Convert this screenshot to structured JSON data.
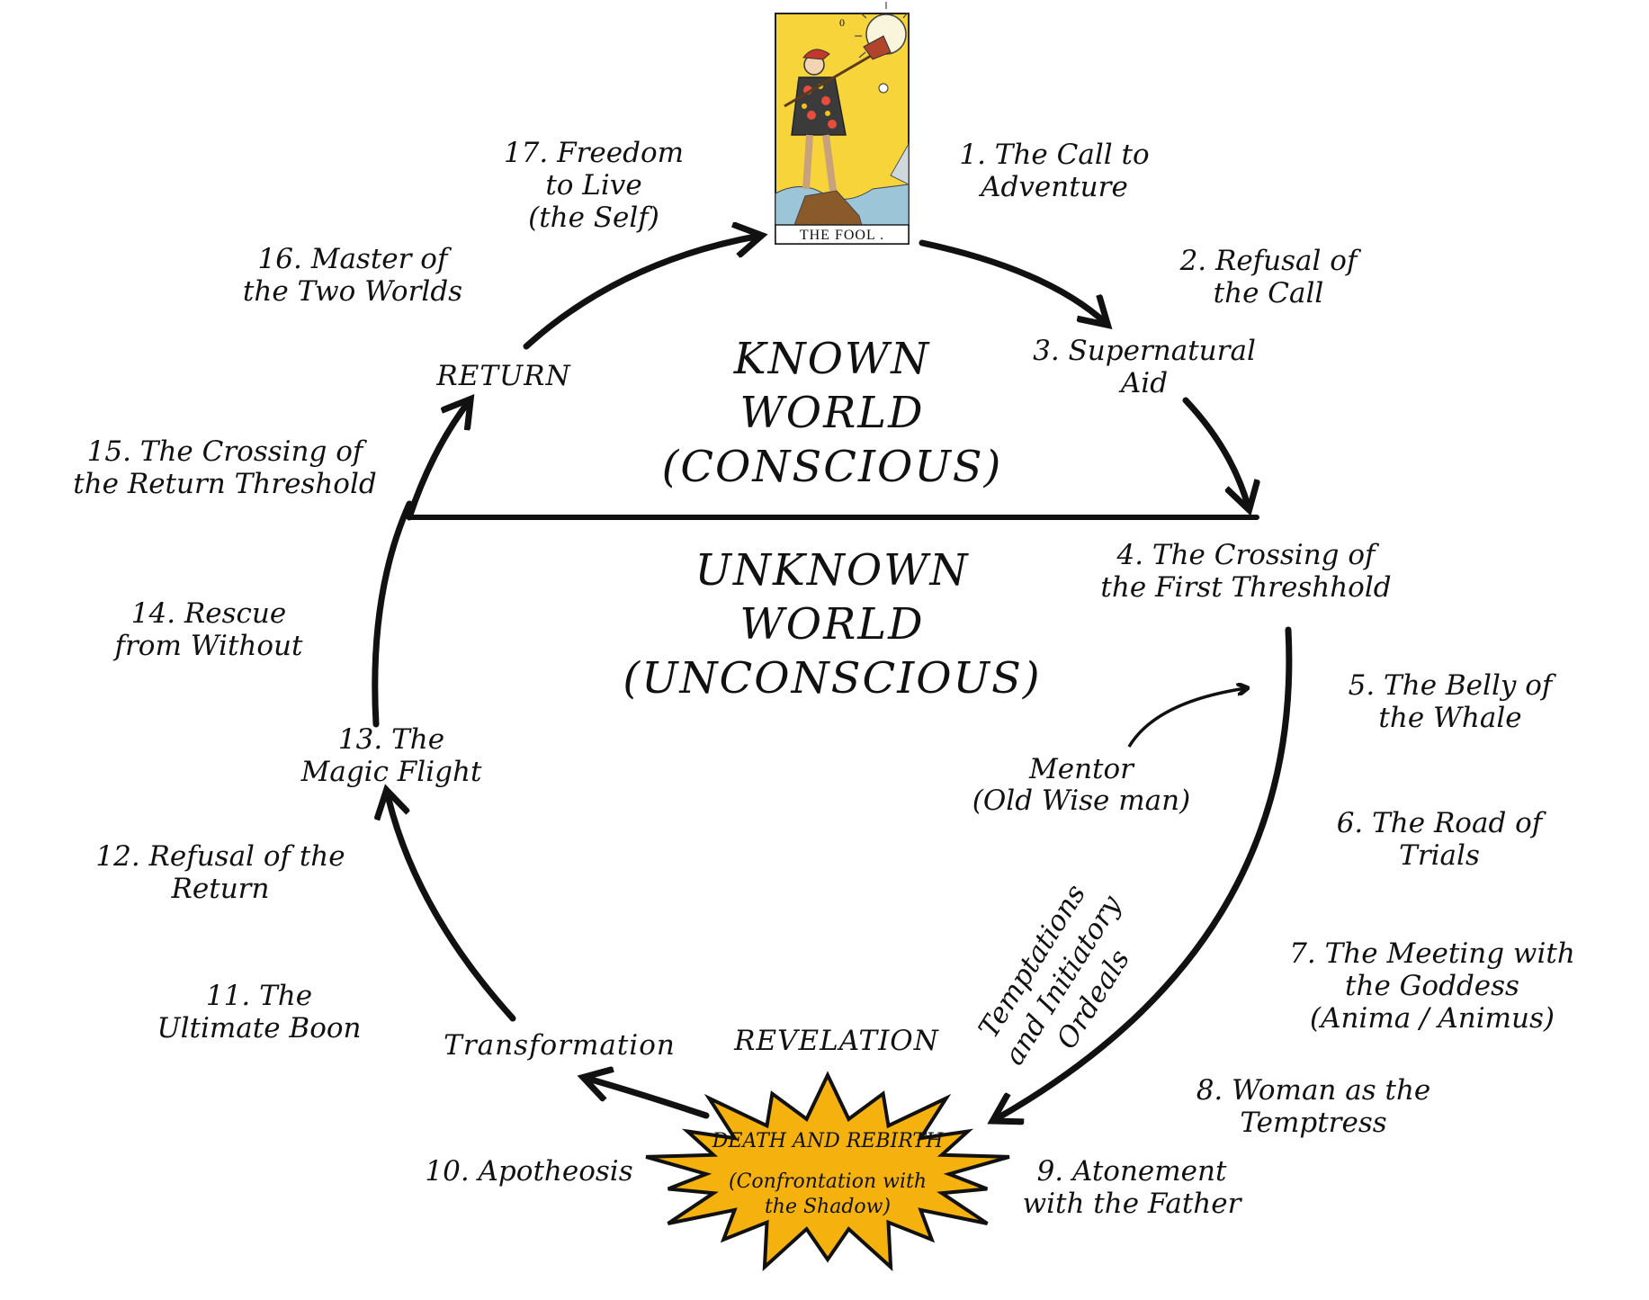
{
  "card": {
    "numeral": "0",
    "caption": "THE FOOL ."
  },
  "worlds": {
    "known": [
      "KNOWN",
      "WORLD",
      "(CONSCIOUS)"
    ],
    "unknown": [
      "UNKNOWN",
      "WORLD",
      "(UNCONSCIOUS)"
    ]
  },
  "phases": {
    "return": "RETURN",
    "revelation": "REVELATION",
    "transformation": "Transformation",
    "ordeals": [
      "Temptations",
      "and Initiatory",
      "Ordeals"
    ]
  },
  "mentor": [
    "Mentor",
    "(Old Wise man)"
  ],
  "burst": {
    "title": "DEATH AND REBIRTH",
    "subtitle": [
      "(Confrontation with",
      "the Shadow)"
    ],
    "fill": "#f5b20f"
  },
  "stages": [
    [
      "1. The Call to",
      "Adventure"
    ],
    [
      "2. Refusal of",
      "the Call"
    ],
    [
      "3. Supernatural",
      "Aid"
    ],
    [
      "4. The Crossing of",
      "the First Threshhold"
    ],
    [
      "5. The Belly of",
      "the Whale"
    ],
    [
      "6. The Road of",
      "Trials"
    ],
    [
      "7. The Meeting with",
      "the Goddess",
      "(Anima / Animus)"
    ],
    [
      "8. Woman as the",
      "Temptress"
    ],
    [
      "9. Atonement",
      "with the Father"
    ],
    [
      "10. Apotheosis"
    ],
    [
      "11. The",
      "Ultimate Boon"
    ],
    [
      "12. Refusal of the",
      "Return"
    ],
    [
      "13. The",
      "Magic Flight"
    ],
    [
      "14. Rescue",
      "from Without"
    ],
    [
      "15. The Crossing of",
      "the Return Threshold"
    ],
    [
      "16. Master of",
      "the Two Worlds"
    ],
    [
      "17. Freedom",
      "to Live",
      "(the Self)"
    ]
  ]
}
